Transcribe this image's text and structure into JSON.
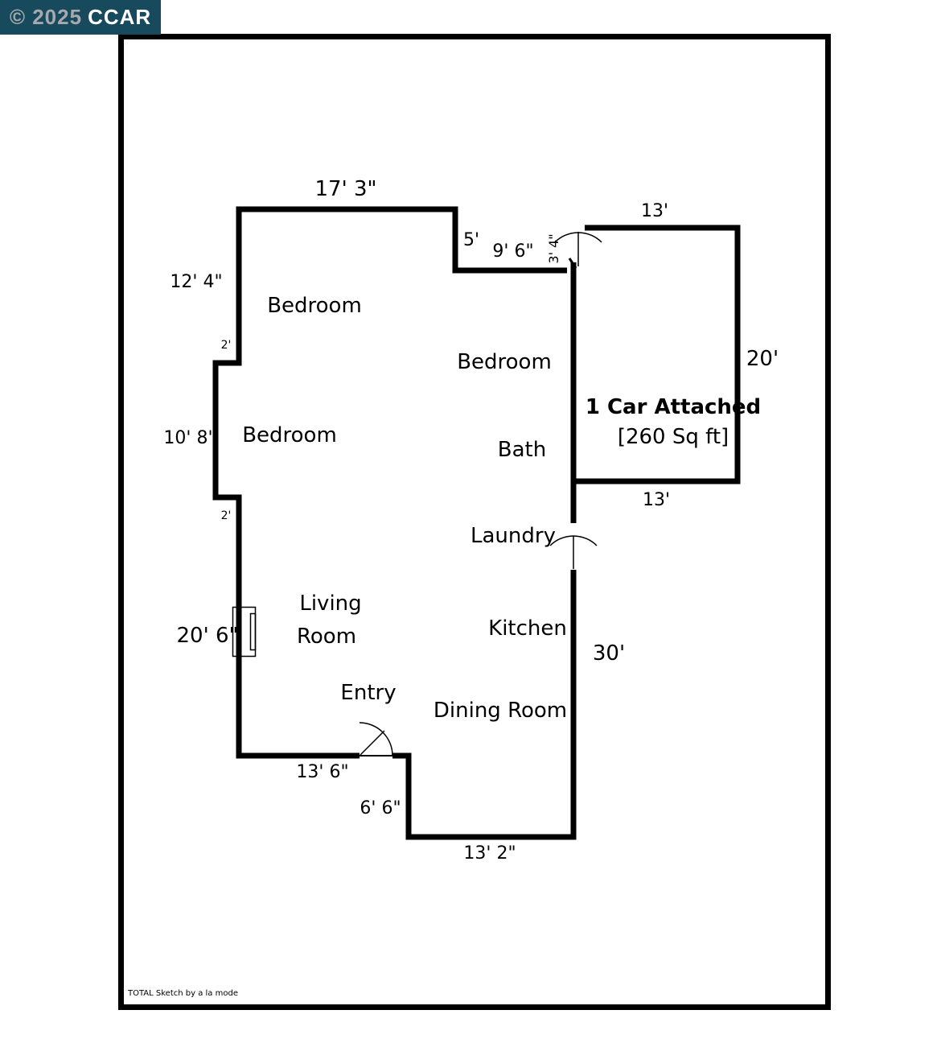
{
  "watermark": {
    "copyright": "© 2025",
    "org": "CCAR",
    "bg_color": "#174A5C",
    "copyright_color": "#A7A9AE",
    "org_color": "#FFFFFF"
  },
  "plan": {
    "rooms": {
      "bedroom_top": "Bedroom",
      "bedroom_right": "Bedroom",
      "bedroom_left": "Bedroom",
      "bath": "Bath",
      "laundry": "Laundry",
      "living_line1": "Living",
      "living_line2": "Room",
      "kitchen": "Kitchen",
      "entry": "Entry",
      "dining_room": "Dining Room"
    },
    "garage": {
      "title": "1 Car Attached",
      "area": "[260 Sq ft]"
    },
    "dimensions": {
      "top_wall": "17' 3\"",
      "step_vertical": "5'",
      "step_horizontal": "9' 6\"",
      "garage_door": "3' 4\"",
      "garage_top": "13'",
      "left_upper": "12' 4\"",
      "notch_upper": "2'",
      "left_middle": "10' 8\"",
      "notch_lower": "2'",
      "left_lower": "20' 6\"",
      "garage_right": "20'",
      "garage_bottom": "13'",
      "right_wall": "30'",
      "bottom_left": "13' 6\"",
      "bottom_step": "6' 6\"",
      "bottom_right": "13' 2\""
    },
    "line_color": "#000000"
  },
  "footer": {
    "credit": "TOTAL Sketch by a la mode"
  }
}
